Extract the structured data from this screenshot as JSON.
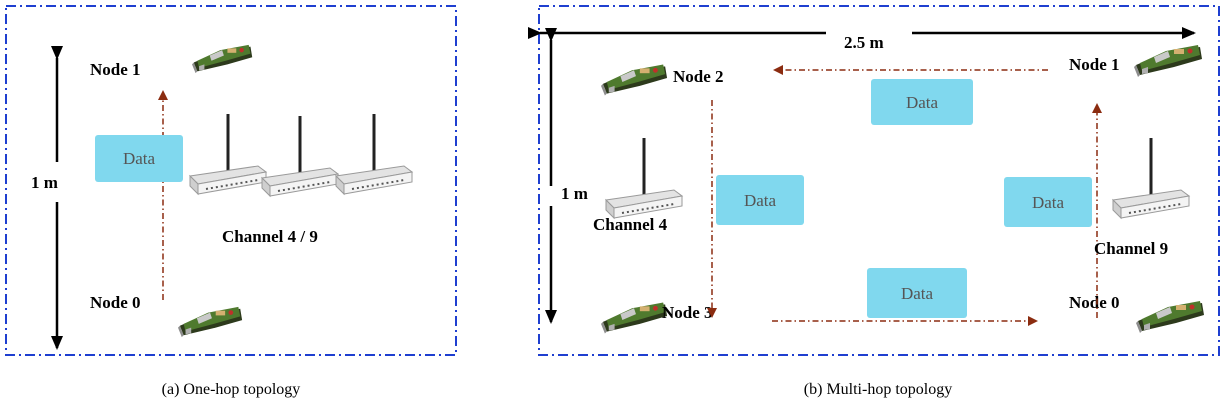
{
  "panels": {
    "a": {
      "caption": "(a) One-hop topology",
      "distance": "1 m",
      "node_top": "Node 1",
      "node_bottom": "Node 0",
      "channel": "Channel 4 / 9",
      "data_label": "Data"
    },
    "b": {
      "caption": "(b) Multi-hop topology",
      "distance_horizontal": "2.5 m",
      "distance_vertical": "1 m",
      "node_top_left": "Node 2",
      "node_top_right": "Node 1",
      "node_bottom_left": "Node 3",
      "node_bottom_right": "Node 0",
      "channel_left": "Channel 4",
      "channel_right": "Channel 9",
      "data_label": "Data"
    }
  },
  "colors": {
    "border": "#1f3fd0",
    "arrow": "#8b2c10",
    "data_box": "#80d8ee"
  }
}
